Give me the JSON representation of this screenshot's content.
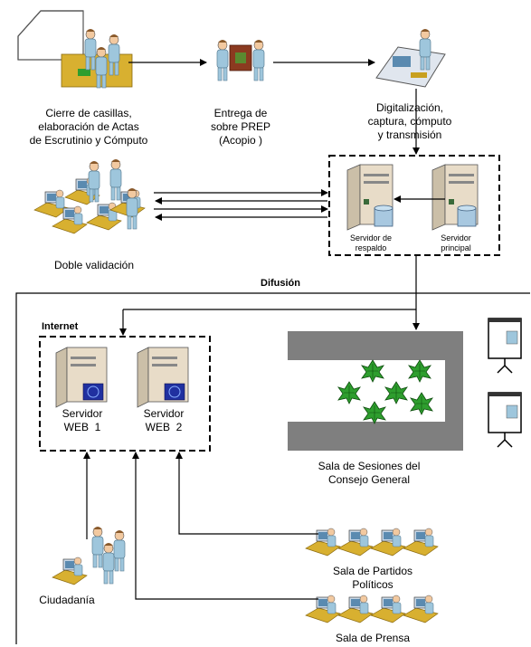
{
  "steps": {
    "cierre": {
      "line1": "Cierre de casillas,",
      "line2": "elaboración de Actas",
      "line3": "de Escrutinio y Cómputo"
    },
    "entrega": {
      "line1": "Entrega de",
      "line2": "sobre PREP",
      "line3": "(Acopio )"
    },
    "digitalizacion": {
      "line1": "Digitalización,",
      "line2": "captura, cómputo",
      "line3": "y transmisión"
    },
    "validacion": {
      "label": "Doble validación"
    }
  },
  "servers": {
    "respaldo": {
      "line1": "Servidor de",
      "line2": "respaldo"
    },
    "principal": {
      "line1": "Servidor",
      "line2": "principal"
    },
    "web1": {
      "line1": "Servidor",
      "line2": "WEB  1"
    },
    "web2": {
      "line1": "Servidor",
      "line2": "WEB  2"
    }
  },
  "difusion": {
    "title": "Difusión"
  },
  "internet": {
    "label": "Internet"
  },
  "sala_sesiones": {
    "line1": "Sala de Sesiones del",
    "line2": "Consejo General"
  },
  "ciudadania": {
    "label": "Ciudadanía"
  },
  "sala_partidos": {
    "line1": "Sala de Partidos",
    "line2": "Políticos"
  },
  "sala_prensa": {
    "label": "Sala de Prensa"
  },
  "icons": [
    "house-icon",
    "person-icon",
    "envelope-icon",
    "scanner-workstation-icon",
    "computer-workstation-icon",
    "server-icon",
    "database-icon",
    "web-server-icon",
    "projection-screen-icon",
    "plant-icon"
  ],
  "colors": {
    "person": "#9ec6dc",
    "desk": "#c8a020",
    "server": "#e8dcc8",
    "room": "#7f7f7f",
    "plant": "#2e9e2e"
  }
}
